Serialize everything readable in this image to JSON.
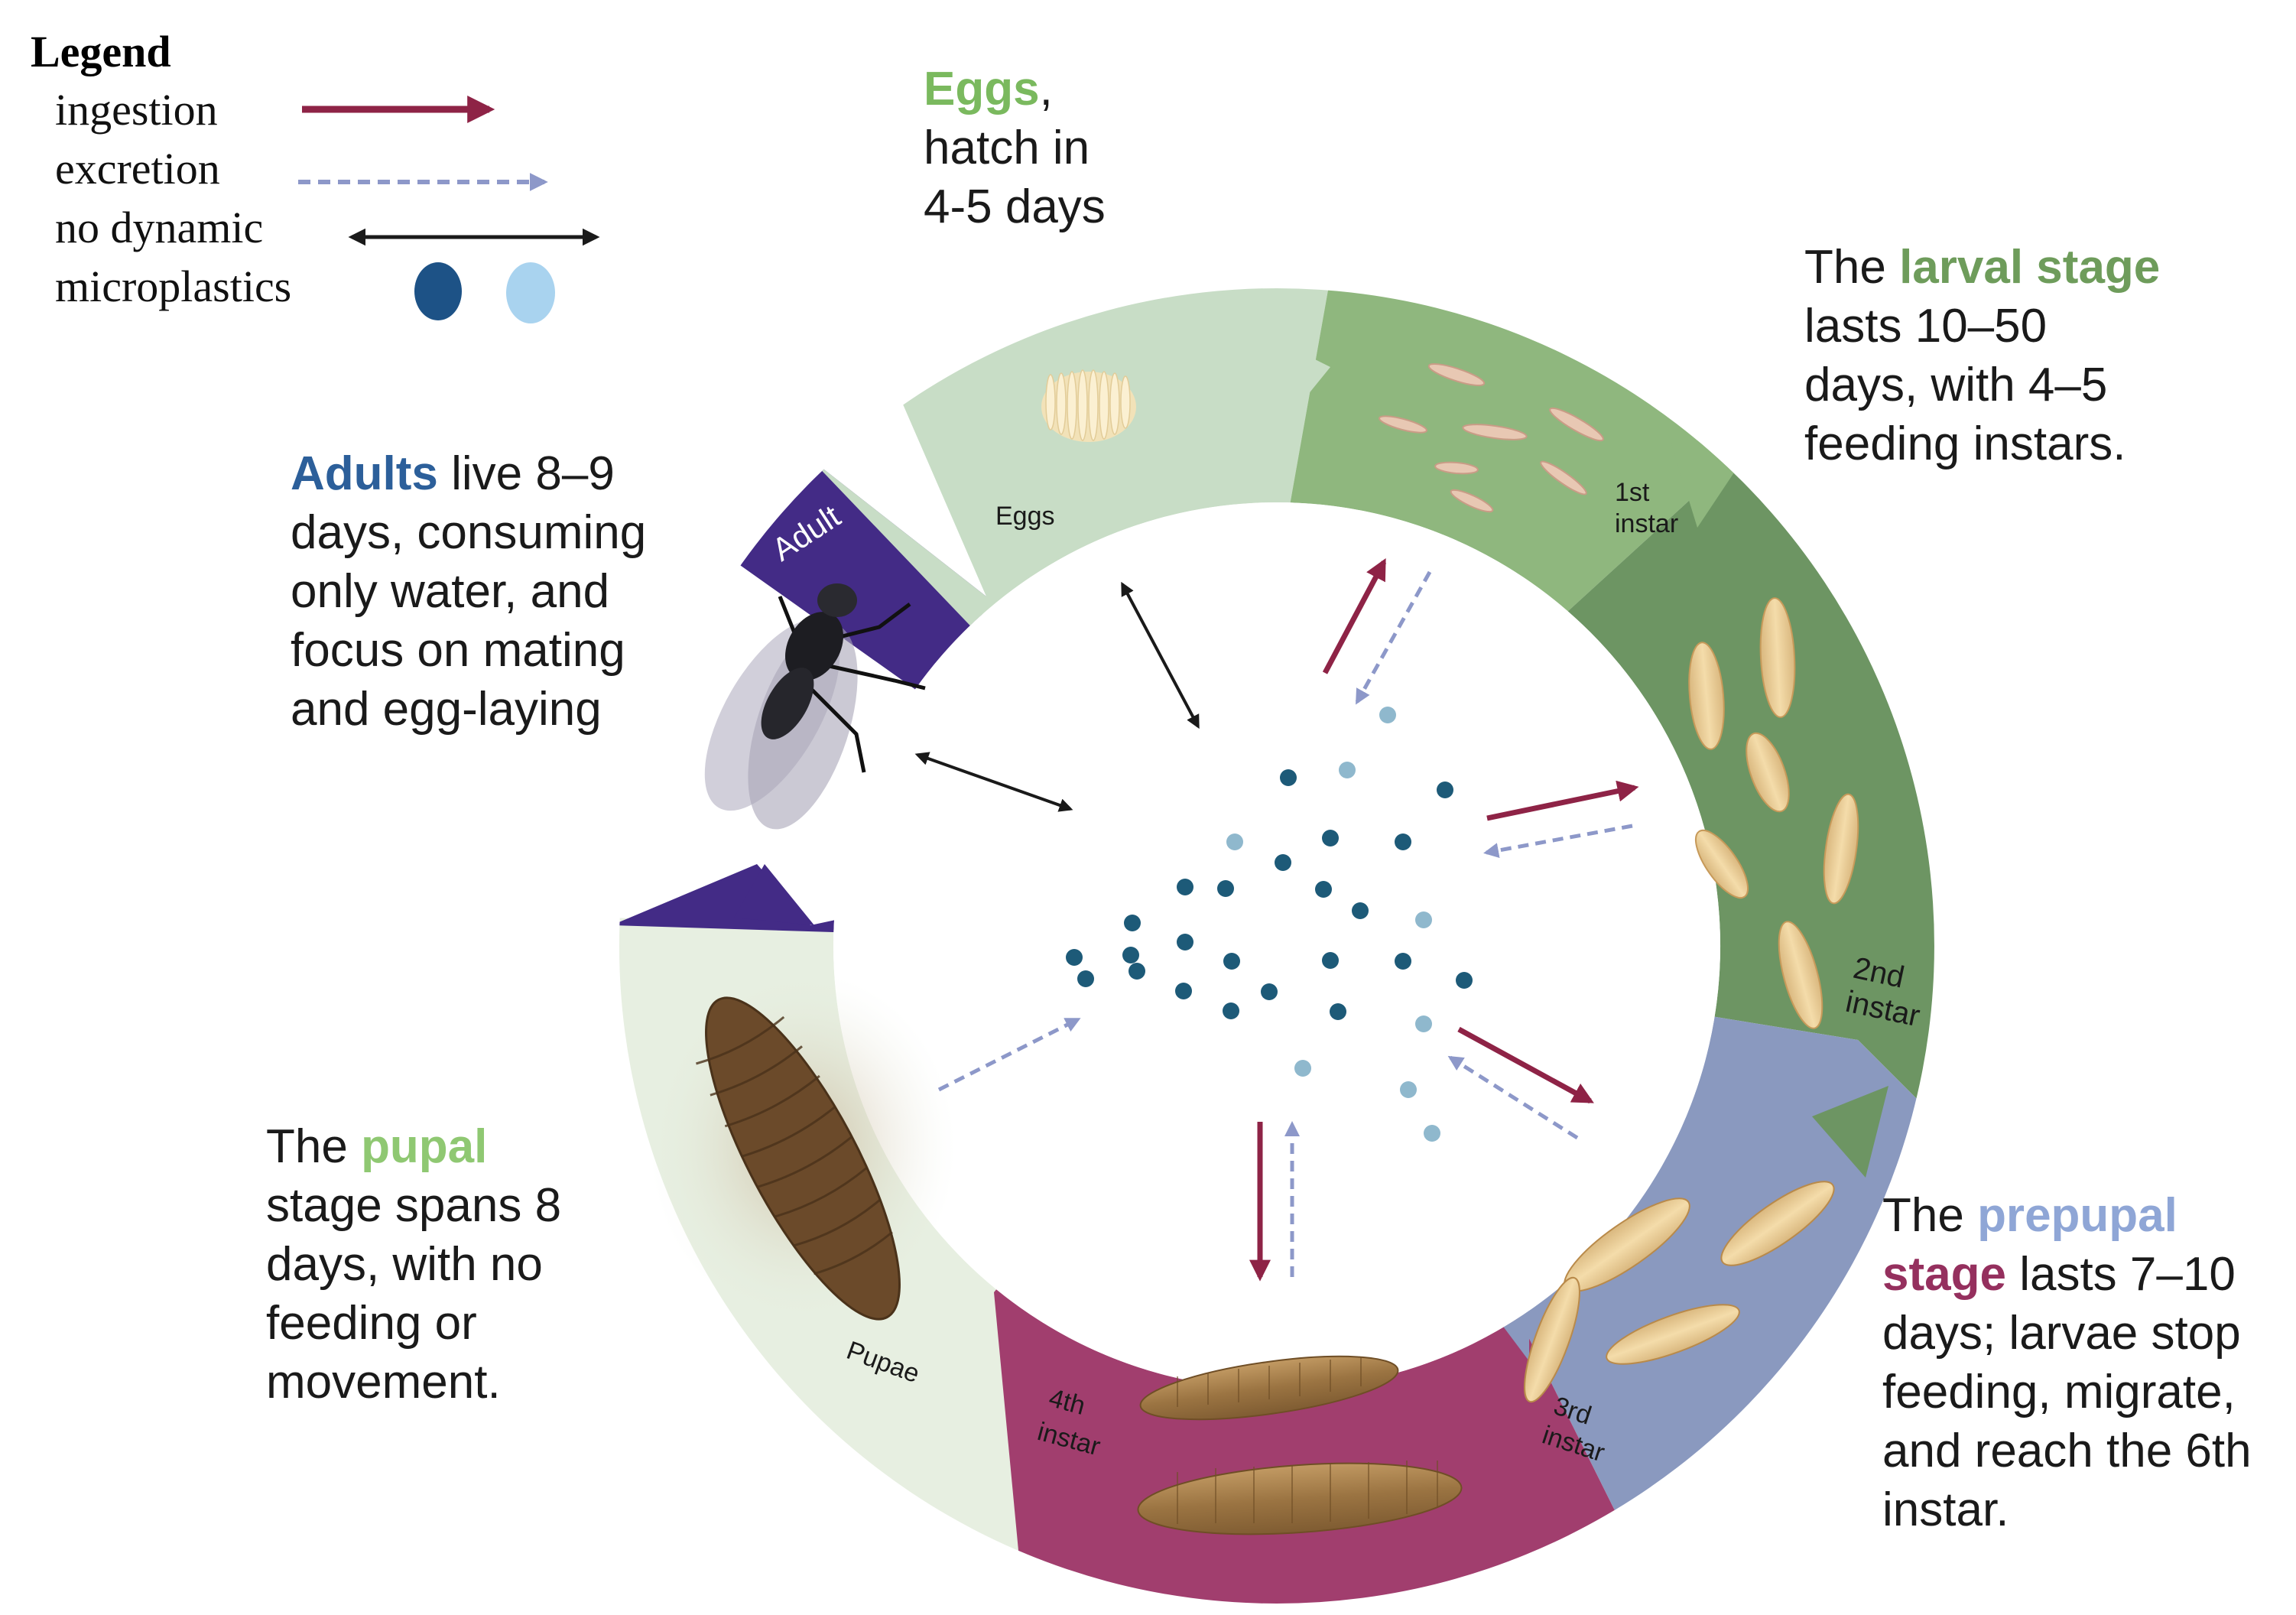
{
  "colors": {
    "ingestion": "#8e2346",
    "excretion": "#8d98c9",
    "no_dynamic": "#1a1a1a",
    "mp_dark": "#1d5286",
    "mp_light": "#a9d3ef",
    "eggs_green": "#7ab95e",
    "larval_green": "#6e9c5b",
    "adults_blue": "#2c5f9a",
    "pupal_green": "#8fc872",
    "prepupal_blue": "#8fa6d6",
    "prepupal_stage_purple": "#95305e",
    "seg_eggs": "#c8ddc6",
    "seg_instar1": "#8fb77e",
    "seg_instar2": "#6d9563",
    "seg_instar3": "#8a99bf",
    "seg_instar4": "#a13e6e",
    "seg_pupae": "#e7efe1",
    "seg_adult": "#432b86"
  },
  "legend": {
    "title": "Legend",
    "ingestion": "ingestion",
    "excretion": "excretion",
    "no_dynamic": "no dynamic",
    "microplastics": "microplastics"
  },
  "ring_labels": {
    "eggs": "Eggs",
    "instar1_a": "1st",
    "instar1_b": "instar",
    "instar2_a": "2nd",
    "instar2_b": "instar",
    "instar3_a": "3rd",
    "instar3_b": "instar",
    "instar4_a": "4th",
    "instar4_b": "instar",
    "pupae": "Pupae",
    "adult": "Adult"
  },
  "annotations": {
    "eggs": {
      "highlight": "Eggs",
      "comma": ",",
      "line2": "hatch in",
      "line3": "4-5 days"
    },
    "larval": {
      "prefix": "The ",
      "highlight": "larval stage",
      "line2": "lasts 10–50",
      "line3": "days, with 4–5",
      "line4": "feeding instars."
    },
    "adults": {
      "highlight": "Adults",
      "rest1": " live 8–9",
      "line2": "days, consuming",
      "line3": "only water, and",
      "line4": "focus on mating",
      "line5": "and egg-laying"
    },
    "pupal": {
      "prefix": "The ",
      "highlight": "pupal",
      "line2": "stage spans 8",
      "line3": "days, with no",
      "line4": "feeding or",
      "line5": "movement."
    },
    "prepupal": {
      "prefix": "The ",
      "highlight1": "prepupal",
      "highlight2": "stage",
      "rest2": " lasts 7–10",
      "line3": "days; larvae stop",
      "line4": "feeding, migrate,",
      "line5": "and reach the 6th",
      "line6": "instar."
    }
  }
}
